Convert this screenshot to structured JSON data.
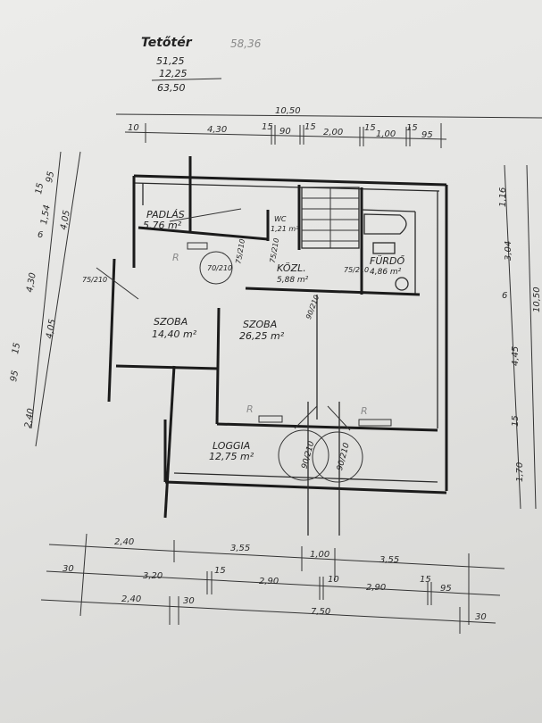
{
  "header": {
    "title": "Tetőtér",
    "title_note": "58,36",
    "calc": [
      "51,25",
      "12,25",
      "63,50"
    ]
  },
  "rooms": [
    {
      "name": "PADLÁS",
      "area": "5,76 m²"
    },
    {
      "name": "WC",
      "area": "1,21 m²"
    },
    {
      "name": "KÖZL.",
      "area": "5,88 m²"
    },
    {
      "name": "FÜRDŐ",
      "area": "4,86 m²"
    },
    {
      "name": "SZOBA",
      "area": "14,40 m²"
    },
    {
      "name": "SZOBA",
      "area": "26,25 m²"
    },
    {
      "name": "LOGGIA",
      "area": "12,75 m²"
    }
  ],
  "doors": [
    "70/210",
    "75/210",
    "75/210",
    "75/210",
    "90/210",
    "90/210",
    "90/210",
    "75/210"
  ],
  "radiator_label": "R",
  "dimensions": {
    "top_total": "10,50",
    "top_chain": [
      "10",
      "4,30",
      "15",
      "90",
      "15",
      "2,00",
      "15",
      "1,00",
      "15",
      "95"
    ],
    "bottom_row1": [
      "2,40",
      "3,55",
      "1,00",
      "3,55"
    ],
    "bottom_row2": [
      "30",
      "3,20",
      "15",
      "2,90",
      "10",
      "2,90",
      "15",
      "95"
    ],
    "bottom_row3": [
      "2,40",
      "30",
      "7,50",
      "30"
    ],
    "left_inner": [
      "95",
      "15",
      "1,54",
      "6",
      "4,30",
      "15",
      "95",
      "2,40"
    ],
    "left_outer": [
      "4,05",
      "4,05"
    ],
    "right_inner": [
      "1,16",
      "3,04",
      "6",
      "4,45",
      "15",
      "1,70"
    ],
    "right_outer": "10,50"
  }
}
